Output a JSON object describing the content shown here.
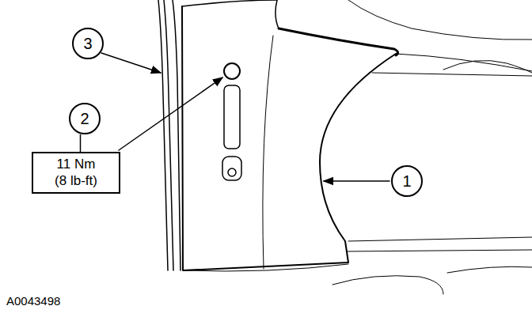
{
  "diagram": {
    "nodes": [
      {
        "text": [
          "3"
        ]
      },
      {
        "text": [
          "2"
        ]
      },
      {
        "text": [
          "11 Nm (8 lb-ft)"
        ]
      },
      {
        "text": [
          "1"
        ]
      }
    ],
    "edges": [
      {
        "from": 1,
        "to": 2,
        "arrow": "none"
      }
    ],
    "labels": [
      "A0043498"
    ]
  }
}
